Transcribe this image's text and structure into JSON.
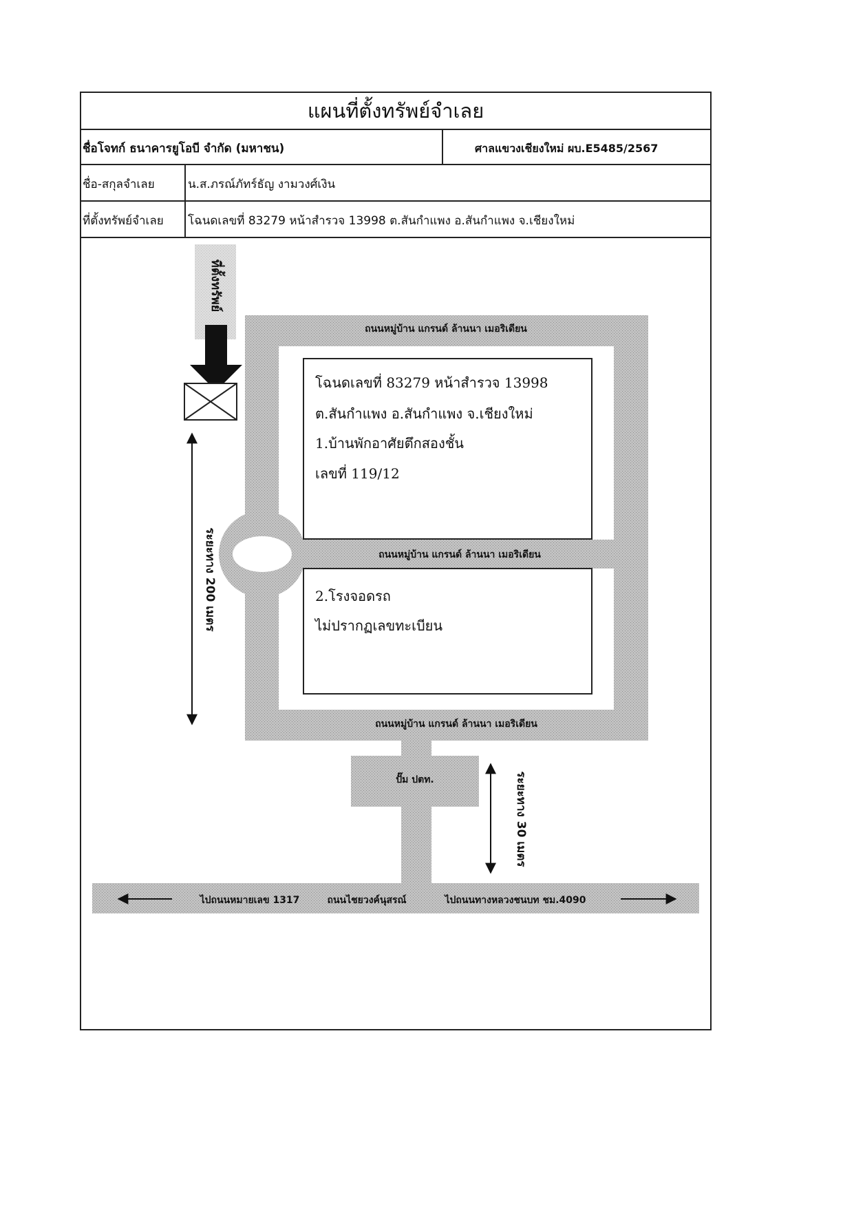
{
  "header": {
    "title": "แผนที่ตั้งทรัพย์จำเลย",
    "plaintiff": "ชื่อโจทก์ ธนาคารยูโอบี จำกัด (มหาชน)",
    "court_case": "ศาลแขวงเชียงใหม่ ผบ.E5485/2567",
    "defendant_label": "ชื่อ-สกุลจำเลย",
    "defendant_value": "น.ส.ภรณ์ภัทร์ธัญ งามวงศ์เงิน",
    "location_label": "ที่ตั้งทรัพย์จำเลย",
    "location_value": "โฉนดเลขที่ 83279 หน้าสำรวจ 13998 ต.สันกำแพง อ.สันกำแพง จ.เชียงใหม่"
  },
  "map": {
    "property_marker_label": "ที่ตั้งทรัพย์",
    "road_top": "ถนนหมู่บ้าน แกรนด์ ล้านนา เมอริเดียน",
    "road_middle": "ถนนหมู่บ้าน แกรนด์ ล้านนา เมอริเดียน",
    "road_bottom": "ถนนหมู่บ้าน แกรนด์ ล้านนา เมอริเดียน",
    "pump_station": "ปั๊ม ปตท.",
    "distance_200": "ระยะทาง 200 เมตร",
    "distance_30": "ระยะทาง 30 เมตร",
    "main_road_left": "ไปถนนหมายเลข 1317",
    "main_road_name": "ถนนไชยวงค์นุสรณ์",
    "main_road_right": "ไปถนนทางหลวงชนบท ชม.4090",
    "box_lines": [
      "โฉนดเลขที่ 83279 หน้าสำรวจ 13998",
      "ต.สันกำแพง อ.สันกำแพง จ.เชียงใหม่",
      "1.บ้านพักอาศัยตึกสองชั้น",
      "เลขที่ 119/12"
    ],
    "box2_lines": [
      "2.โรงจอดรถ",
      "ไม่ปรากฏเลขทะเบียน"
    ],
    "colors": {
      "road": "#b3b3b3",
      "border": "#222222"
    }
  }
}
